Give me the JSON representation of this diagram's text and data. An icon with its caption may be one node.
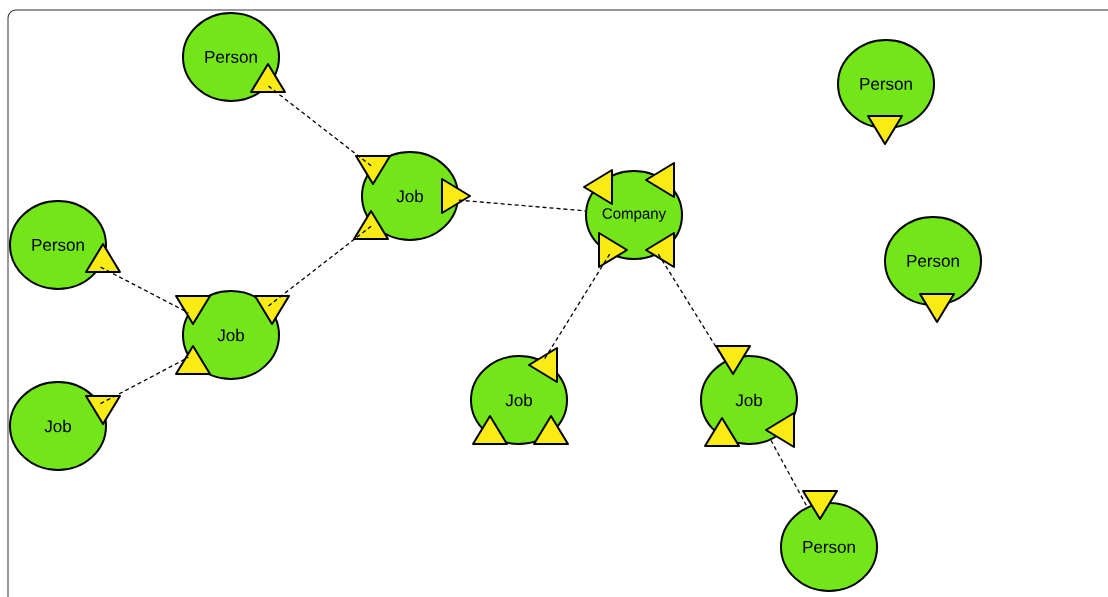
{
  "diagram": {
    "nodes": [
      {
        "text": [
          "Person"
        ]
      },
      {
        "text": [
          "Person"
        ]
      },
      {
        "text": [
          "Job"
        ]
      },
      {
        "text": [
          "Company"
        ]
      },
      {
        "text": [
          "Person"
        ]
      },
      {
        "text": [
          "Person"
        ]
      },
      {
        "text": [
          "Job"
        ]
      },
      {
        "text": [
          "Job"
        ]
      },
      {
        "text": [
          "Job"
        ]
      },
      {
        "text": [
          "Job"
        ]
      },
      {
        "text": [
          "Person"
        ]
      }
    ],
    "edges": [
      {
        "from": 0,
        "to": 2,
        "arrow": "none",
        "style": "dashed"
      },
      {
        "from": 2,
        "to": 3,
        "arrow": "none",
        "style": "dashed"
      },
      {
        "from": 4,
        "to": 6,
        "arrow": "none",
        "style": "dashed"
      },
      {
        "from": 6,
        "to": 2,
        "arrow": "none",
        "style": "dashed"
      },
      {
        "from": 9,
        "to": 6,
        "arrow": "none",
        "style": "dashed"
      },
      {
        "from": 3,
        "to": 7,
        "arrow": "none",
        "style": "dashed"
      },
      {
        "from": 3,
        "to": 8,
        "arrow": "none",
        "style": "dashed"
      },
      {
        "from": 8,
        "to": 10,
        "arrow": "none",
        "style": "dashed"
      }
    ]
  }
}
